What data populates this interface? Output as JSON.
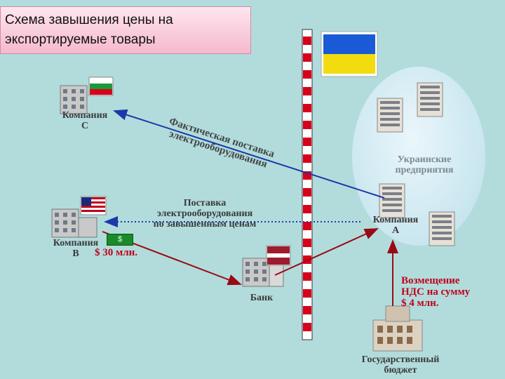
{
  "title": {
    "line1": "Схема завышения цены на",
    "line2": "экспортируемые товары"
  },
  "company_c": {
    "line1": "Компания",
    "line2": "C"
  },
  "company_b": {
    "line1": "Компания",
    "line2": "B"
  },
  "company_a": {
    "line1": "Компания",
    "line2": "A"
  },
  "ukr_enterprises": {
    "line1": "Украинские",
    "line2": "предприятия"
  },
  "actual_delivery": {
    "line1": "Фактическая поставка",
    "line2": "электрооборудования"
  },
  "overpriced_delivery": {
    "line1": "Поставка",
    "line2": "электрооборудования",
    "line3": "по завышенным ценам"
  },
  "payment": "$ 30 млн.",
  "bank": "Банк",
  "vat_refund": {
    "line1": "Возмещение",
    "line2": "НДС на сумму",
    "line3": "$ 4 млн."
  },
  "state_budget": {
    "line1": "Государственный",
    "line2": "бюджет"
  },
  "colors": {
    "arrow_blue": "#1b3aa8",
    "arrow_red": "#9a0a14",
    "text_red": "#c0001a",
    "title_bg": "#f6b9cd"
  },
  "icons": [
    "building-icon",
    "bulgaria-flag-icon",
    "usa-flag-icon",
    "latvia-flag-icon",
    "ukraine-flag-icon",
    "dollar-bill-icon",
    "border-pole-icon"
  ]
}
